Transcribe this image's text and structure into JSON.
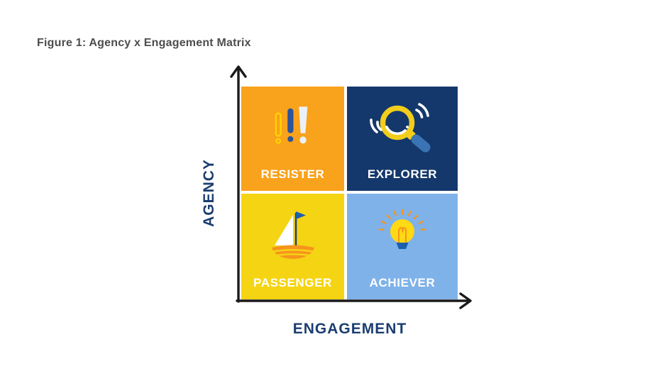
{
  "figure": {
    "title": "Figure 1: Agency x Engagement Matrix"
  },
  "axes": {
    "y_label": "AGENCY",
    "x_label": "ENGAGEMENT"
  },
  "quadrants": [
    {
      "position": "top-left",
      "label": "RESISTER",
      "icon": "exclamation-marks-icon",
      "bg": "#F9A21B"
    },
    {
      "position": "top-right",
      "label": "EXPLORER",
      "icon": "magnifying-glass-icon",
      "bg": "#14386C"
    },
    {
      "position": "bottom-left",
      "label": "PASSENGER",
      "icon": "sailboat-icon",
      "bg": "#F5D413"
    },
    {
      "position": "bottom-right",
      "label": "ACHIEVER",
      "icon": "lightbulb-icon",
      "bg": "#7FB2E9"
    }
  ],
  "colors": {
    "resister_bg": "#F9A21B",
    "explorer_bg": "#14386C",
    "passenger_bg": "#F5D413",
    "achiever_bg": "#7FB2E9",
    "axis_text": "#1B3E70",
    "axis_line": "#1A1A1A",
    "title_text": "#4D4D4D",
    "label_text": "#FFFFFF"
  }
}
